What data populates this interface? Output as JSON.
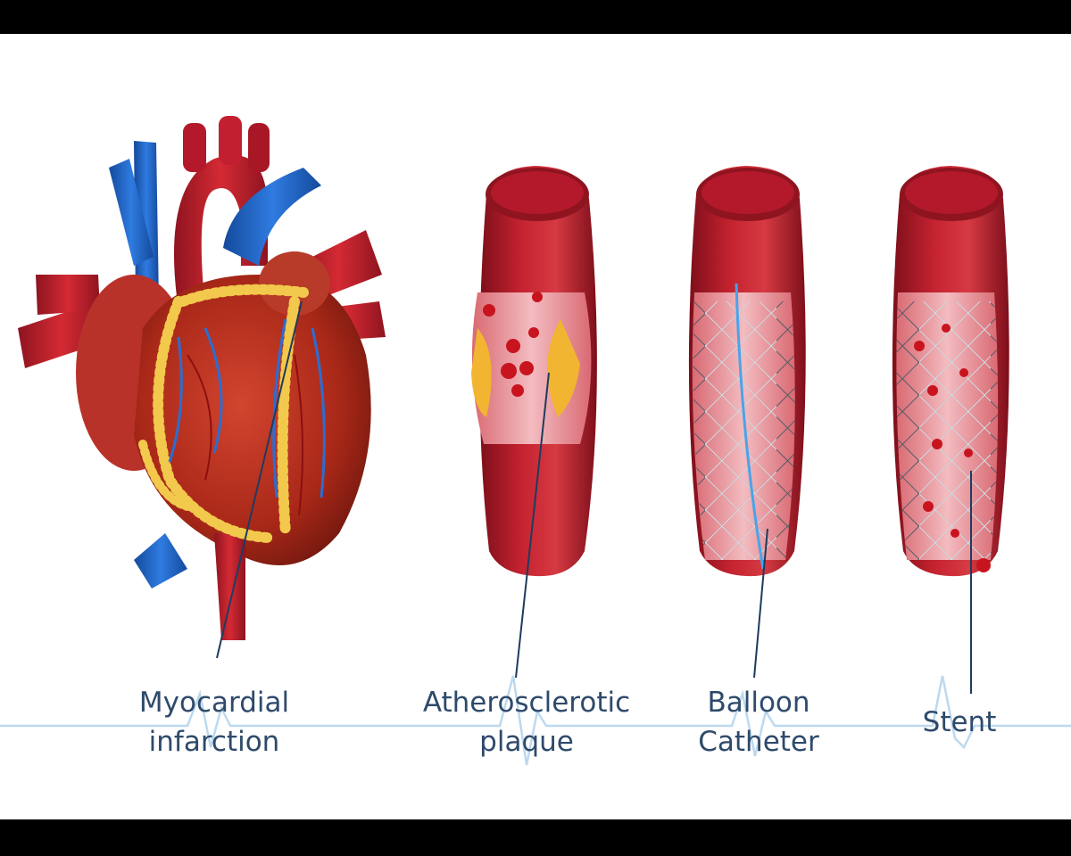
{
  "labels": {
    "myocardial": {
      "line1": "Myocardial",
      "line2": "infarction"
    },
    "plaque": {
      "line1": "Atherosclerotic",
      "line2": "plaque"
    },
    "balloon": {
      "line1": "Balloon",
      "line2": "Catheter"
    },
    "stent": {
      "line1": "Stent"
    }
  },
  "colors": {
    "label_text": "#2e4a6b",
    "ecg_line": "#bcd9ef",
    "vessel_red": "#b3192a",
    "vein_blue": "#1f63c6",
    "plaque_yellow": "#f1b531",
    "fat_yellow": "#f2c94c"
  }
}
